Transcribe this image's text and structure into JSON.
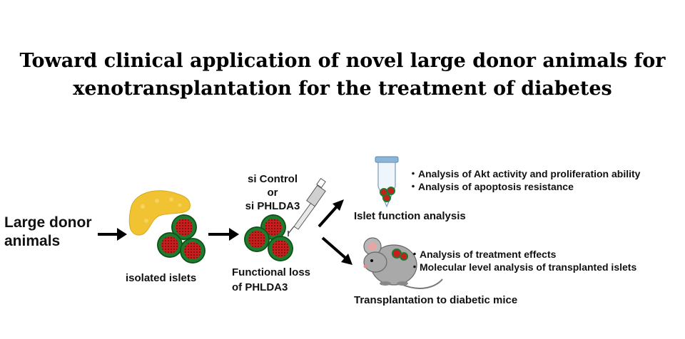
{
  "title": {
    "line1": "Toward clinical application of novel large donor animals for",
    "line2": "xenotransplantation for the treatment of diabetes"
  },
  "donor": {
    "line1": "Large donor",
    "line2": "animals"
  },
  "islets_label": "isolated islets",
  "sirna": {
    "line1": "si Control",
    "line2": "or",
    "line3": "si PHLDA3"
  },
  "functional_loss": {
    "line1": "Functional loss",
    "line2": "of PHLDA3"
  },
  "function_analysis": {
    "label": "Islet function analysis",
    "bullets": [
      "・Analysis of Akt activity and proliferation ability",
      "・Analysis of apoptosis resistance"
    ]
  },
  "transplantation": {
    "label": "Transplantation to diabetic mice",
    "bullets": [
      "・Analysis of treatment effects",
      "・Molecular level analysis of transplanted islets"
    ]
  },
  "colors": {
    "islet_red": "#d42a2a",
    "islet_green": "#1f7a2e",
    "pancreas": "#f1c232",
    "mouse": "#a9a9a9"
  }
}
